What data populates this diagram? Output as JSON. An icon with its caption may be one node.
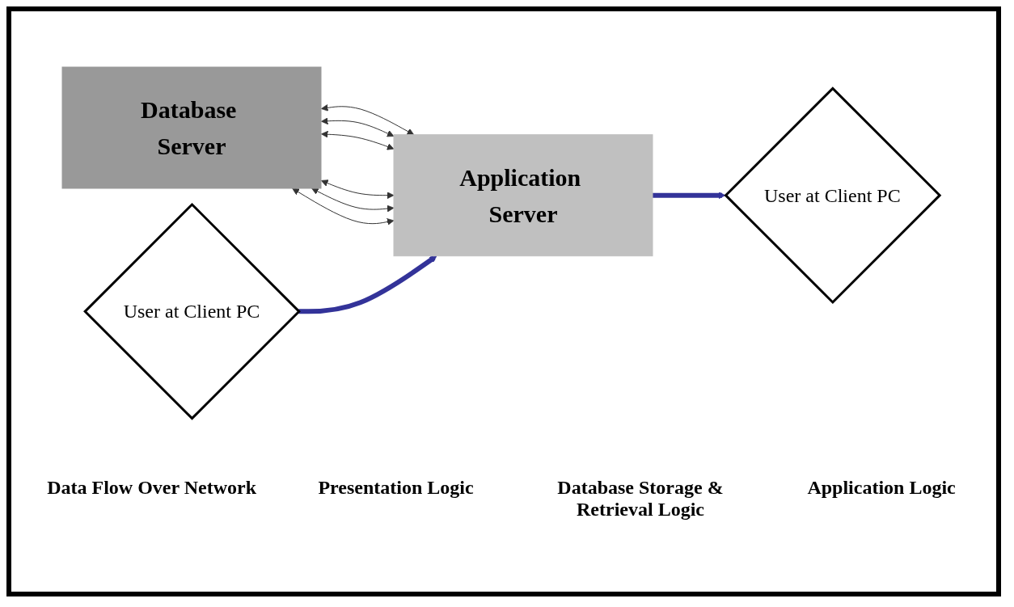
{
  "diagram": {
    "nodes": [
      {
        "text": [
          "Database Server"
        ]
      },
      {
        "text": [
          "Application Server"
        ]
      },
      {
        "text": [
          "User at Client PC"
        ]
      },
      {
        "text": [
          "User at Client PC"
        ]
      }
    ],
    "edges": [
      {
        "from": 0,
        "to": 1,
        "arrow": "both"
      },
      {
        "from": 0,
        "to": 1,
        "arrow": "both"
      },
      {
        "from": 0,
        "to": 1,
        "arrow": "both"
      },
      {
        "from": 0,
        "to": 1,
        "arrow": "both"
      },
      {
        "from": 0,
        "to": 1,
        "arrow": "both"
      },
      {
        "from": 0,
        "to": 1,
        "arrow": "both"
      },
      {
        "from": 1,
        "to": 2,
        "arrow": "to",
        "style": "thick",
        "color": "#333399"
      },
      {
        "from": 3,
        "to": 1,
        "arrow": "to",
        "style": "thick",
        "color": "#333399"
      }
    ],
    "labels": [
      "Data Flow Over Network",
      "Presentation Logic",
      "Database Storage & Retrieval Logic",
      "Application Logic"
    ]
  }
}
